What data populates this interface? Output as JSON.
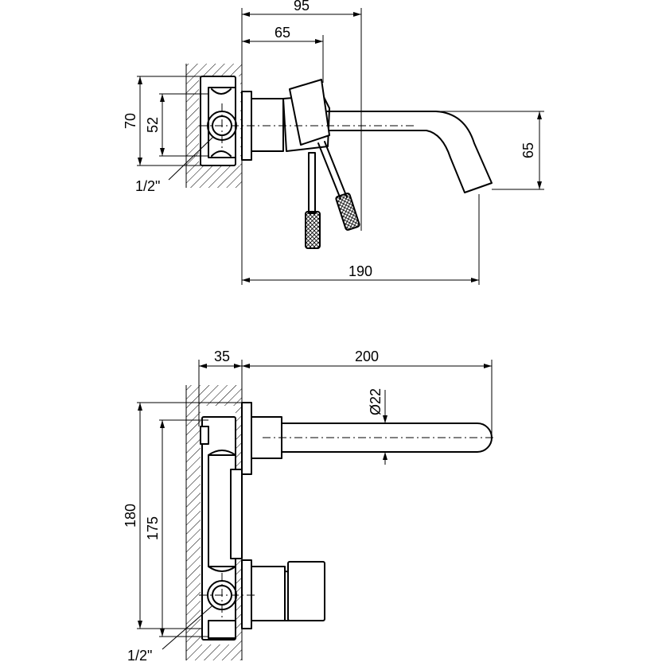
{
  "side_view": {
    "dim_top_outer": "95",
    "dim_top_inner": "65",
    "dim_left_outer": "70",
    "dim_left_inner": "52",
    "dim_right_height": "65",
    "dim_bottom_length": "190",
    "thread_label": "1/2\""
  },
  "front_view": {
    "dim_top_depth": "35",
    "dim_top_length": "200",
    "dim_spout_diameter": "Ø22",
    "dim_left_outer": "180",
    "dim_left_inner": "175",
    "thread_label": "1/2\""
  }
}
